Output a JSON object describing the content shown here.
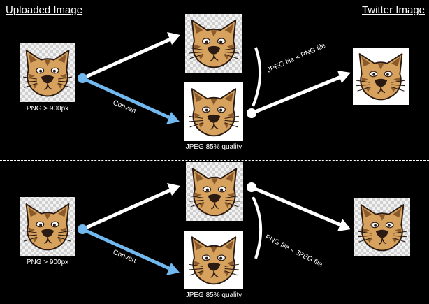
{
  "titles": {
    "uploaded": "Uploaded Image",
    "twitter": "Twitter Image"
  },
  "colors": {
    "background": "#000000",
    "arrow_white": "#ffffff",
    "arrow_convert": "#71b8ee",
    "cat_fur": "#d7a15e",
    "cat_stripes": "#8a5a2b",
    "cat_nose": "#2a1a12",
    "transparency_checker": "#cfcfcf"
  },
  "icons": {
    "image": "cat-face-icon"
  },
  "top_panel": {
    "source_caption": "PNG > 900px",
    "convert_label": "Convert",
    "jpeg_caption": "JPEG 85% quality",
    "comparison_label": "JPEG file < PNG file"
  },
  "bottom_panel": {
    "source_caption": "PNG > 900px",
    "convert_label": "Convert",
    "jpeg_caption": "JPEG 85% quality",
    "comparison_label": "PNG  file < JPEG file"
  }
}
